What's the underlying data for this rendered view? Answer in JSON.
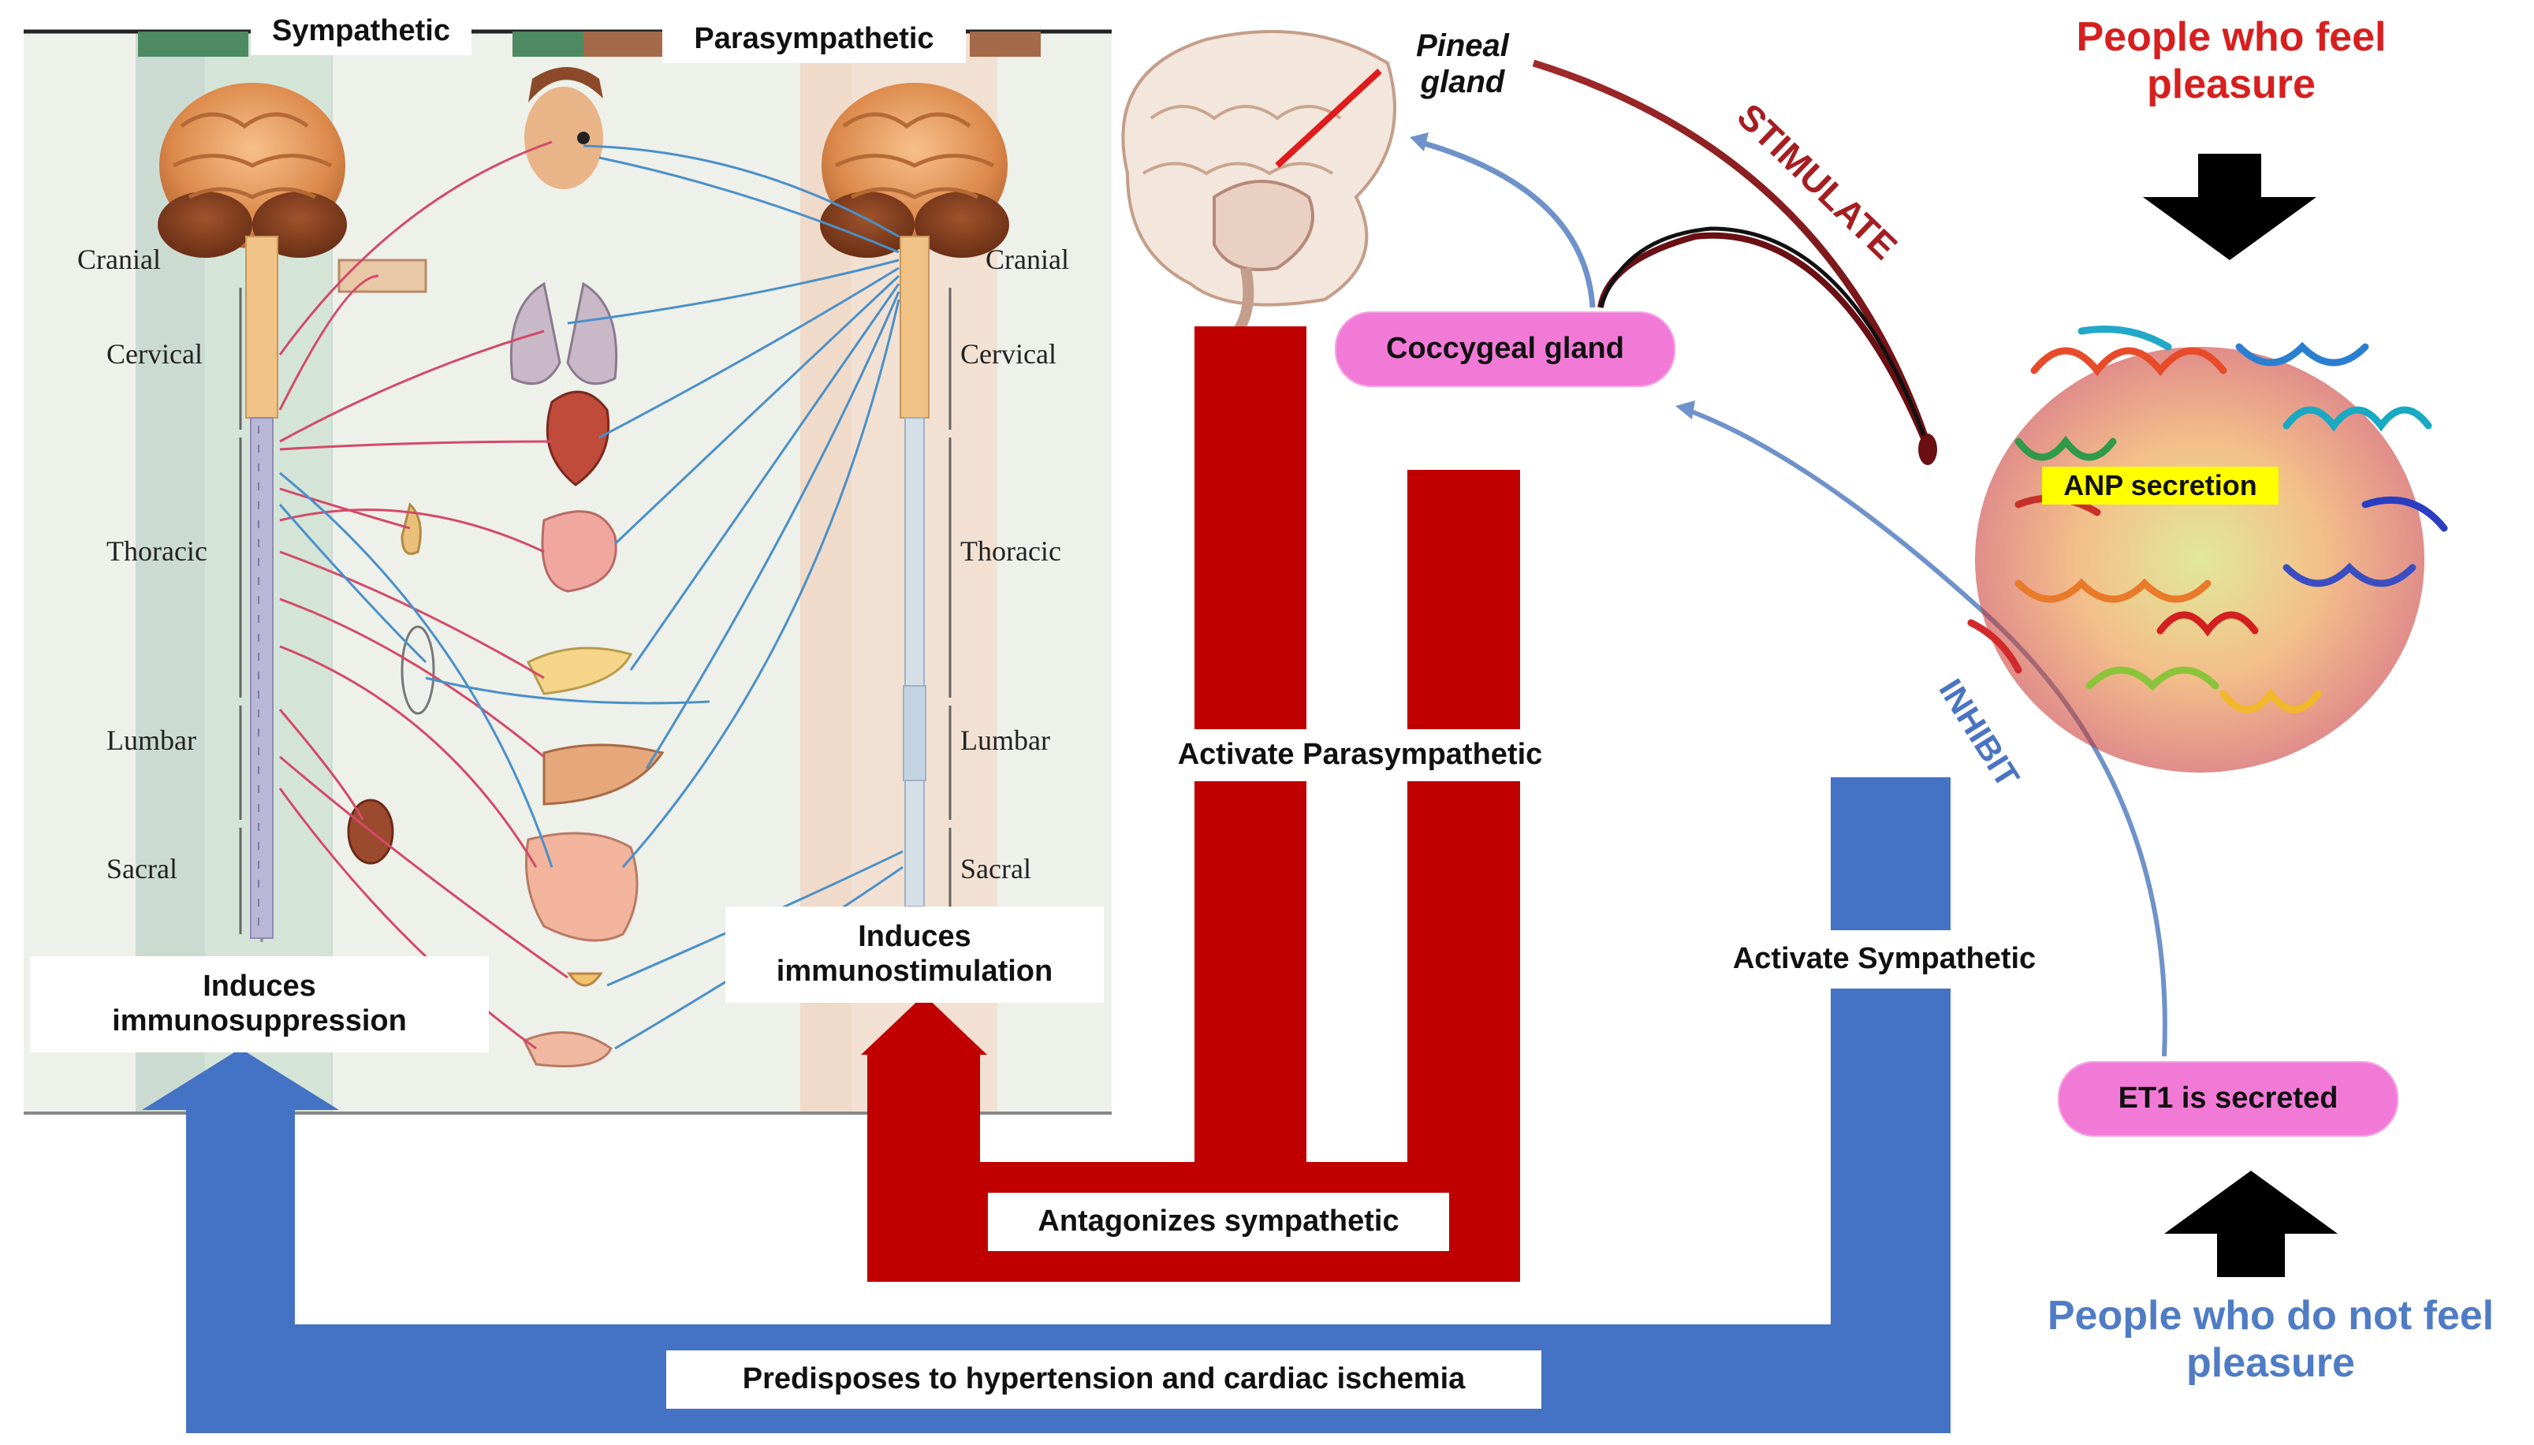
{
  "diagram": {
    "nervous_system": {
      "sympathetic_label": "Sympathetic",
      "parasympathetic_label": "Parasympathetic",
      "regions_left": [
        "Cranial",
        "Cervical",
        "Thoracic",
        "Lumbar",
        "Sacral"
      ],
      "regions_right": [
        "Cranial",
        "Cervical",
        "Thoracic",
        "Lumbar",
        "Sacral"
      ]
    },
    "labels": {
      "pineal_gland": "Pineal\ngland",
      "coccygeal_gland": "Coccygeal gland",
      "stimulate": "STIMULATE",
      "inhibit": "INHIBIT",
      "pleasure": "People who feel\npleasure",
      "no_pleasure": "People who do not feel\npleasure",
      "anp_secretion": "ANP secretion",
      "et1_secreted": "ET1 is secreted",
      "activate_parasympathetic": "Activate Parasympathetic",
      "activate_sympathetic": "Activate Sympathetic",
      "induces_immunosuppression": "Induces\nimmunosuppression",
      "induces_immunostimulation": "Induces\nimmunostimulation",
      "antagonizes_sympathetic": "Antagonizes sympathetic",
      "predisposes": "Predisposes to hypertension and cardiac ischemia"
    },
    "colors": {
      "red_arrow": "#c00000",
      "blue_arrow": "#4472c4",
      "pink_pill": "#f27ad7",
      "pleasure_text": "#d71f1f",
      "no_pleasure_text": "#4f7cc4",
      "anp_highlight": "#ffff00",
      "black_arrow": "#000000"
    }
  }
}
